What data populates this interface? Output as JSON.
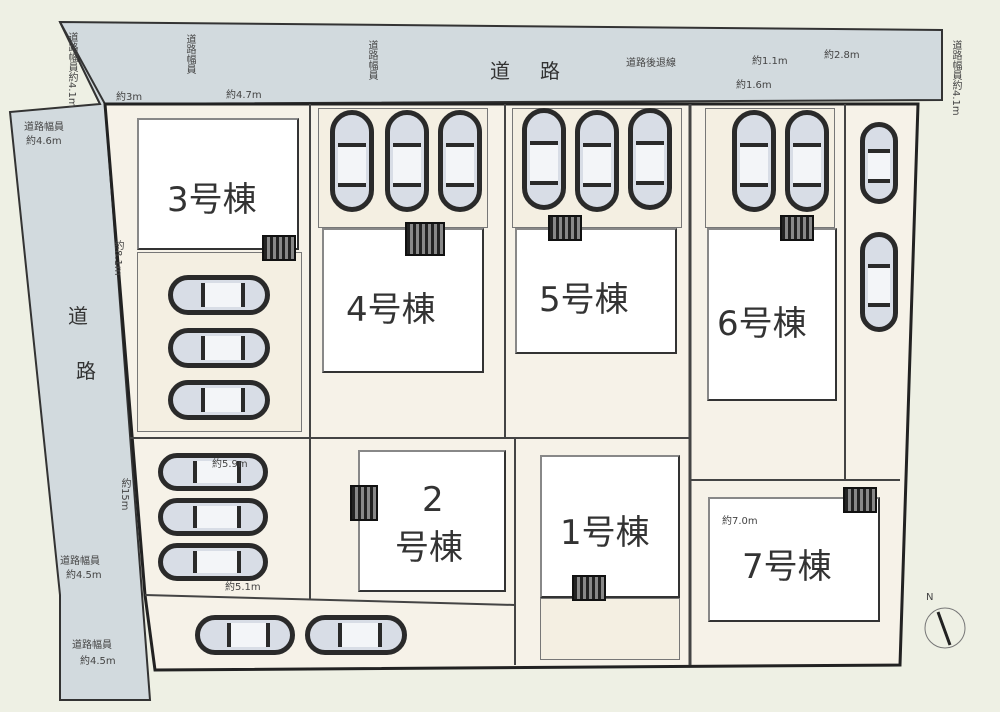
{
  "buildings": {
    "b1": "1号棟",
    "b2_num": "2",
    "b2_suffix": "号棟",
    "b3": "3号棟",
    "b4": "4号棟",
    "b5": "5号棟",
    "b6": "6号棟",
    "b7": "7号棟"
  },
  "roads": {
    "top": "道路",
    "left_1": "道",
    "left_2": "路"
  },
  "dimensions": {
    "road_width_top_left": "道路幅員約4.1m",
    "top_3m": "約3m",
    "road_width_top_2": "道路幅員",
    "top_4_7": "約4.7m",
    "road_width_top_3": "道路幅員",
    "setback_line": "道路後退線",
    "d_1_1": "約1.1m",
    "d_2_8": "約2.8m",
    "d_1_6": "約1.6m",
    "road_width_right": "道路幅員約4.1m",
    "left_road_width": "道路幅員",
    "left_road_width_val": "約4.6m",
    "left_8_1": "約8.1m",
    "left_15": "約15m",
    "left_road_width_2": "道路幅員",
    "left_road_width_val_2": "約4.5m",
    "left_road_width_3": "道路幅員",
    "left_road_width_val_3": "約4.5m",
    "d_5_9": "約5.9m",
    "d_5_1": "約5.1m",
    "d_7_0": "約7.0m",
    "north": "N"
  },
  "colors": {
    "road": "#d2dade",
    "ground": "#eef0e4",
    "lot": "#f4efe2",
    "building": "#ffffff"
  }
}
